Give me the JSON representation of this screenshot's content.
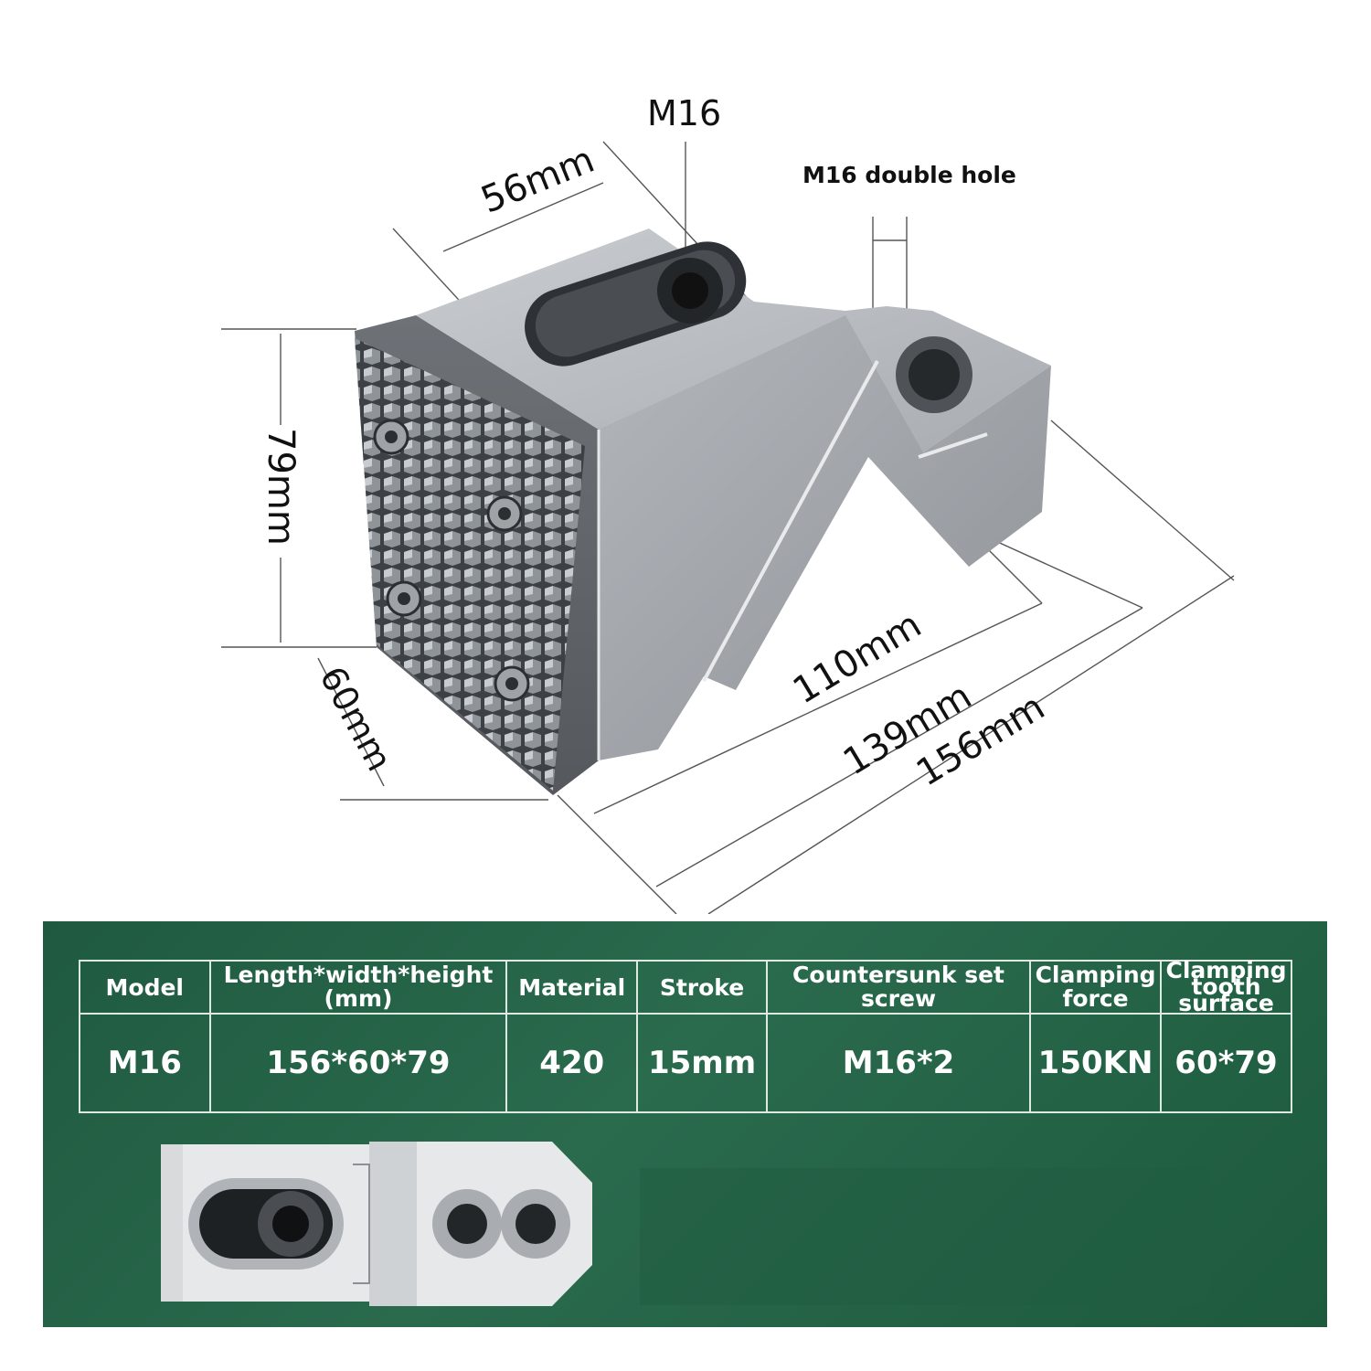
{
  "diagram": {
    "top_callout": "M16",
    "double_hole_callout": "M16 double hole",
    "dim_width_top": "56mm",
    "dim_height": "79mm",
    "dim_depth": "60mm",
    "dim_110": "110mm",
    "dim_139": "139mm",
    "dim_156": "156mm"
  },
  "spec_table": {
    "headers": {
      "model": "Model",
      "lwh": "Length*width*height (mm)",
      "material": "Material",
      "stroke": "Stroke",
      "screw": "Countersunk set screw",
      "force": "Clamping force",
      "tooth": "Clamping tooth surface"
    },
    "row": {
      "model": "M16",
      "lwh": "156*60*79",
      "material": "420",
      "stroke": "15mm",
      "screw": "M16*2",
      "force": "150KN",
      "tooth": "60*79"
    }
  },
  "colors": {
    "panel_green": "#245f45",
    "steel": "#9a9ea3"
  }
}
